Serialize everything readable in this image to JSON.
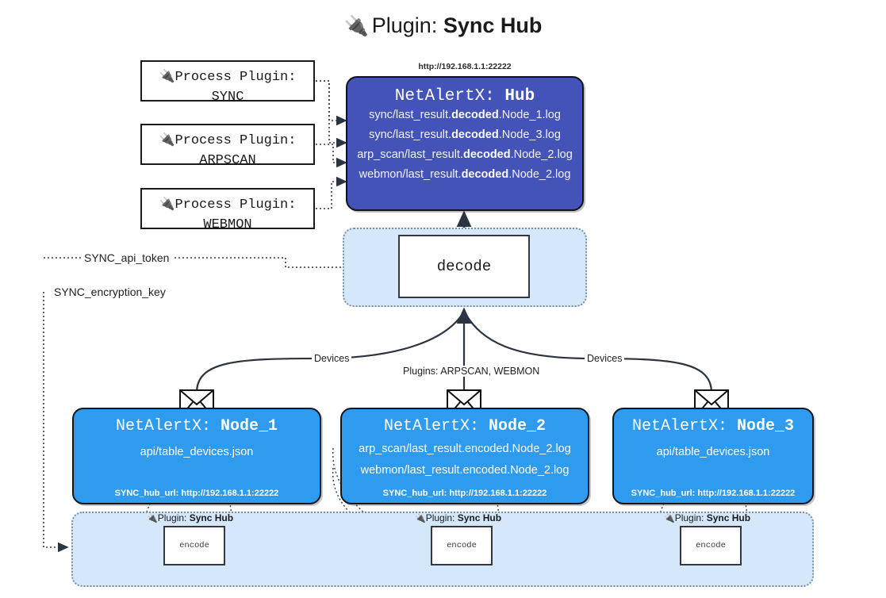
{
  "title": {
    "icon": "plug-icon",
    "prefix": "Plugin:",
    "name": "Sync Hub"
  },
  "process_plugins": [
    {
      "icon": "plug-icon",
      "line1": "Process Plugin:",
      "line2": "SYNC"
    },
    {
      "icon": "plug-icon",
      "line1": "Process Plugin:",
      "line2": "ARPSCAN"
    },
    {
      "icon": "plug-icon",
      "line1": "Process Plugin:",
      "line2": "WEBMON"
    }
  ],
  "hub": {
    "url": "http://192.168.1.1:22222",
    "title_prefix": "NetAlertX:",
    "title_name": "Hub",
    "lines": [
      {
        "pre": "sync/last_result.",
        "bold": "decoded",
        "post": ".Node_1.log"
      },
      {
        "pre": "sync/last_result.",
        "bold": "decoded",
        "post": ".Node_3.log"
      },
      {
        "pre": "arp_scan/last_result.",
        "bold": "decoded",
        "post": ".Node_2.log"
      },
      {
        "pre": "webmon/last_result.",
        "bold": "decoded",
        "post": ".Node_2.log"
      }
    ]
  },
  "decode": {
    "label": "decode"
  },
  "settings": {
    "api_token": "SYNC_api_token",
    "encryption_key": "SYNC_encryption_key"
  },
  "edge_labels": {
    "devices_left": "Devices",
    "plugins_mid": "Plugins: ARPSCAN, WEBMON",
    "devices_right": "Devices"
  },
  "nodes": [
    {
      "title_prefix": "NetAlertX:",
      "title_name": "Node_1",
      "lines": [
        "api/table_devices.json"
      ],
      "footer": "SYNC_hub_url: http://192.168.1.1:22222",
      "envelope_icon": "envelope-icon"
    },
    {
      "title_prefix": "NetAlertX:",
      "title_name": "Node_2",
      "lines": [
        "arp_scan/last_result.encoded.Node_2.log",
        "webmon/last_result.encoded.Node_2.log"
      ],
      "footer": "SYNC_hub_url: http://192.168.1.1:22222",
      "envelope_icon": "envelope-icon"
    },
    {
      "title_prefix": "NetAlertX:",
      "title_name": "Node_3",
      "lines": [
        "api/table_devices.json"
      ],
      "footer": "SYNC_hub_url: http://192.168.1.1:22222",
      "envelope_icon": "envelope-icon"
    }
  ],
  "encoders": [
    {
      "plugin_label_prefix": "Plugin:",
      "plugin_label_name": "Sync Hub",
      "label": "encode",
      "icon": "plug-icon"
    },
    {
      "plugin_label_prefix": "Plugin:",
      "plugin_label_name": "Sync Hub",
      "label": "encode",
      "icon": "plug-icon"
    },
    {
      "plugin_label_prefix": "Plugin:",
      "plugin_label_name": "Sync Hub",
      "label": "encode",
      "icon": "plug-icon"
    }
  ],
  "colors": {
    "hub_fill": "#4353b8",
    "node_fill": "#2f9bee",
    "panel_fill": "#d5e7fa",
    "stroke": "#1a1a1a",
    "background": "#ffffff"
  }
}
